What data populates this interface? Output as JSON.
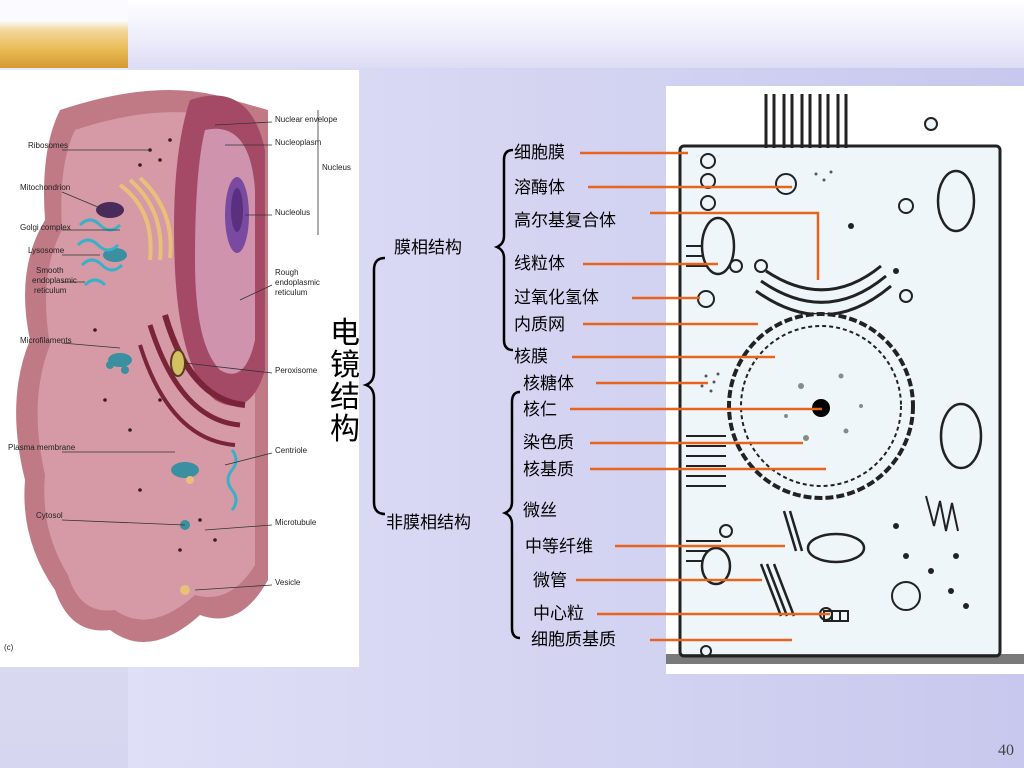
{
  "slide": {
    "page_number": "40"
  },
  "left_figure": {
    "labels_left": [
      "Ribosomes",
      "Mitochondrion",
      "Golgi complex",
      "Lysosome",
      "Smooth",
      "endoplasmic",
      "reticulum",
      "Microfilaments",
      "Plasma membrane",
      "Cytosol"
    ],
    "labels_right": [
      "Nuclear envelope",
      "Nucleoplasm",
      "Nucleolus",
      "Rough",
      "endoplasmic",
      "reticulum",
      "Peroxisome",
      "Centriole",
      "Microtubule",
      "Vesicle"
    ],
    "nucleus_label": "Nucleus",
    "panel_tag": "(c)"
  },
  "diagram": {
    "root": "电镜结构",
    "membranous_group": "膜相结构",
    "non_membranous_group": "非膜相结构",
    "membranous_items": [
      "细胞膜",
      "溶酶体",
      "高尔基复合体",
      "线粒体",
      "过氧化氢体",
      "内质网",
      "核膜"
    ],
    "non_membranous_items": [
      "核糖体",
      "核仁",
      "染色质",
      "核基质",
      "微丝",
      "中等纤维",
      "微管",
      "中心粒",
      "细胞质基质"
    ]
  },
  "colors": {
    "leader_line": "#e8641e",
    "bracket": "#000000",
    "cell_fill": "#eef6f9"
  }
}
